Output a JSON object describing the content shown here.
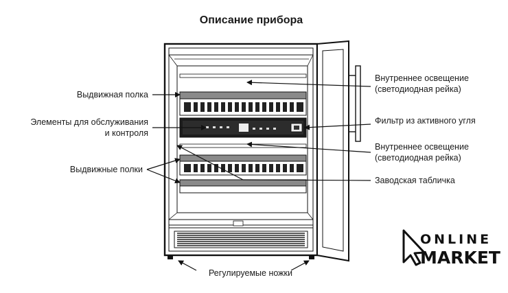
{
  "title": "Описание прибора",
  "labels": {
    "sliding_shelf": "Выдвижная полка",
    "controls_line1": "Элементы для обслуживания",
    "controls_line2": "и контроля",
    "sliding_shelves": "Выдвижные полки",
    "light_top_line1": "Внутреннее освещение",
    "light_top_line2": "(светодиодная рейка)",
    "carbon_filter": "Фильтр из активного угля",
    "light_mid_line1": "Внутреннее освещение",
    "light_mid_line2": "(светодиодная рейка)",
    "rating_plate": "Заводская табличка",
    "adjustable_feet": "Регулируемые ножки"
  },
  "logo": {
    "line1": "ONLINE",
    "line2": "MARKET",
    "icon": "cursor-arrow-icon"
  }
}
